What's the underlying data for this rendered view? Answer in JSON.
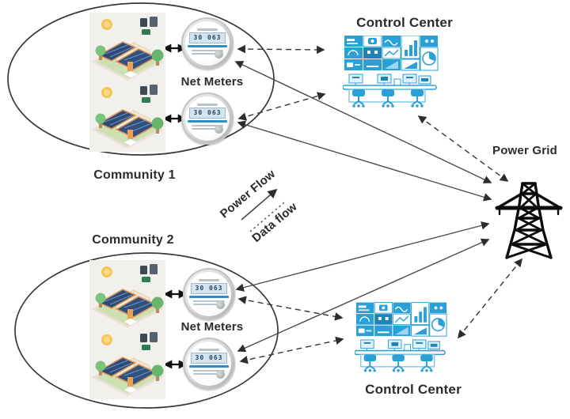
{
  "diagram": {
    "communities": [
      {
        "label": "Community 1",
        "net_meters_label": "Net Meters"
      },
      {
        "label": "Community 2",
        "net_meters_label": "Net Meters"
      }
    ],
    "control_centers": [
      {
        "label": "Control Center"
      },
      {
        "label": "Control Center"
      }
    ],
    "power_grid": {
      "label": "Power Grid"
    },
    "legend": {
      "power_flow_label": "Power Flow",
      "data_flow_label": "Data flow",
      "power_flow_style": "solid-arrow",
      "data_flow_style": "dotted-line"
    },
    "net_meter": {
      "reading": "30 063"
    },
    "colors": {
      "accent_blue": "#2aa0d6",
      "roof_blue": "#2e4a75",
      "grass_green": "#cde0b4",
      "sun_yellow": "#f6c453",
      "line_grey": "#4a4a4a",
      "arrow_black": "#111111",
      "tower_black": "#0c0c0c"
    }
  }
}
